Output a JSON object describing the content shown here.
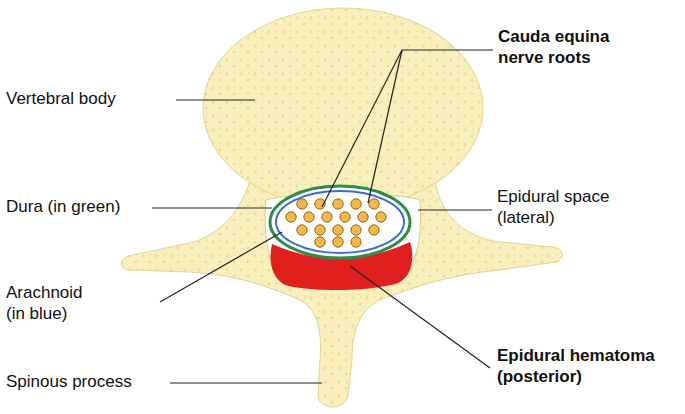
{
  "diagram": {
    "labels": [
      "Vertebral body",
      "Cauda equina nerve roots",
      "Dura (in green)",
      "Epidural space (lateral)",
      "Arachnoid (in blue)",
      "Epidural hematoma (posterior)",
      "Spinous process"
    ]
  }
}
